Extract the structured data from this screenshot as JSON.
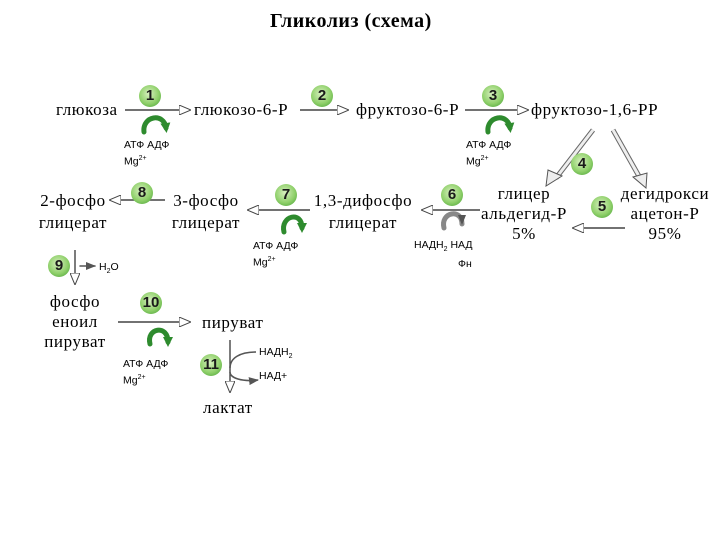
{
  "title": "Гликолиз (схема)",
  "compounds": {
    "glucose": "глюкоза",
    "g6p": "глюкозо-6-Р",
    "f6p": "фруктозо-6-Р",
    "f16bp": "фруктозо-1,6-РР",
    "gap": [
      "глицер",
      "альдегид-Р",
      "5%"
    ],
    "dhap": [
      "дегидрокси",
      "ацетон-Р",
      "95%"
    ],
    "bpg": [
      "1,3-дифосфо",
      "глицерат"
    ],
    "pg3": [
      "3-фосфо",
      "глицерат"
    ],
    "pg2": [
      "2-фосфо",
      "глицерат"
    ],
    "pep": [
      "фосфо",
      "еноил",
      "пируват"
    ],
    "pyruvate": "пируват",
    "lactate": "лактат"
  },
  "steps": [
    "1",
    "2",
    "3",
    "4",
    "5",
    "6",
    "7",
    "8",
    "9",
    "10",
    "11"
  ],
  "cofactors": {
    "step1": "АТФ АДФ",
    "step1_ion": "Mg",
    "step3": "АТФ АДФ",
    "step3_ion": "Mg",
    "step6": "НАДН",
    "step6_sub": "2",
    "step6_b": " НАД",
    "step6_fn": "Фн",
    "step7": "АТФ  АДФ",
    "step7_ion": "Mg",
    "step9": "Н",
    "step9_sub": "2",
    "step9_b": "О",
    "step10": "АТФ АДФ",
    "step10_ion": "Mg",
    "step11_a": "НАДН",
    "step11_a_sub": "2",
    "step11_b": "НАД+",
    "ion_charge": "2+"
  },
  "colors": {
    "arrow_green": "#2e8b2e",
    "badge_green": "#7cc85a",
    "arrow_gray": "#9aa0a0"
  }
}
